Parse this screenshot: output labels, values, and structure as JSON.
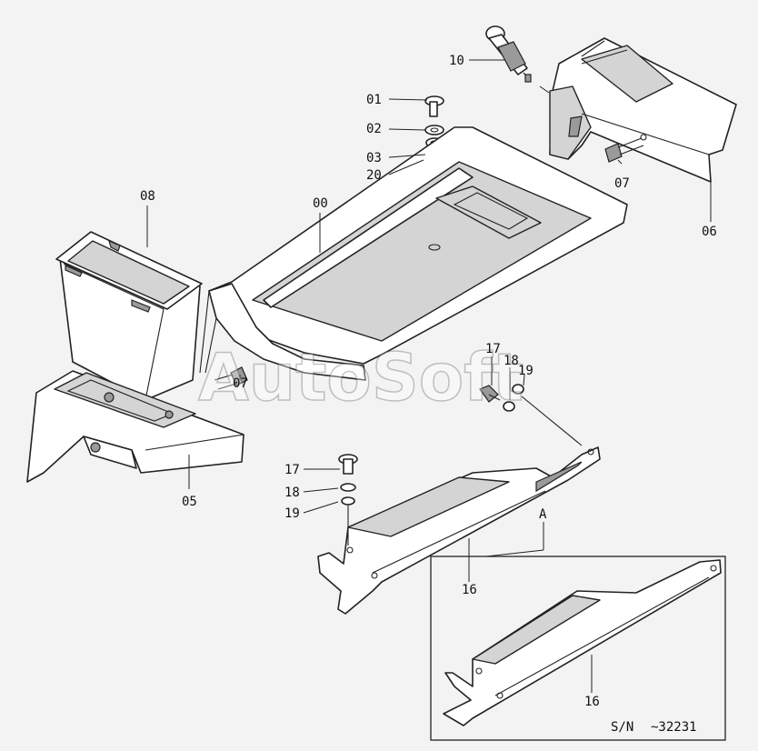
{
  "watermark": "AutoSoft",
  "labels": {
    "l00": "00",
    "l01": "01",
    "l02": "02",
    "l03": "03",
    "l20": "20",
    "l10": "10",
    "l06": "06",
    "l07a": "07",
    "l07b": "07",
    "l08": "08",
    "l05": "05",
    "l17a": "17",
    "l18a": "18",
    "l19a": "19",
    "l17b": "17",
    "l18b": "18",
    "l19b": "19",
    "l16a": "16",
    "l16b": "16",
    "lA": "A"
  },
  "inset": {
    "serial_prefix": "S/N",
    "serial_range": "~32231"
  }
}
